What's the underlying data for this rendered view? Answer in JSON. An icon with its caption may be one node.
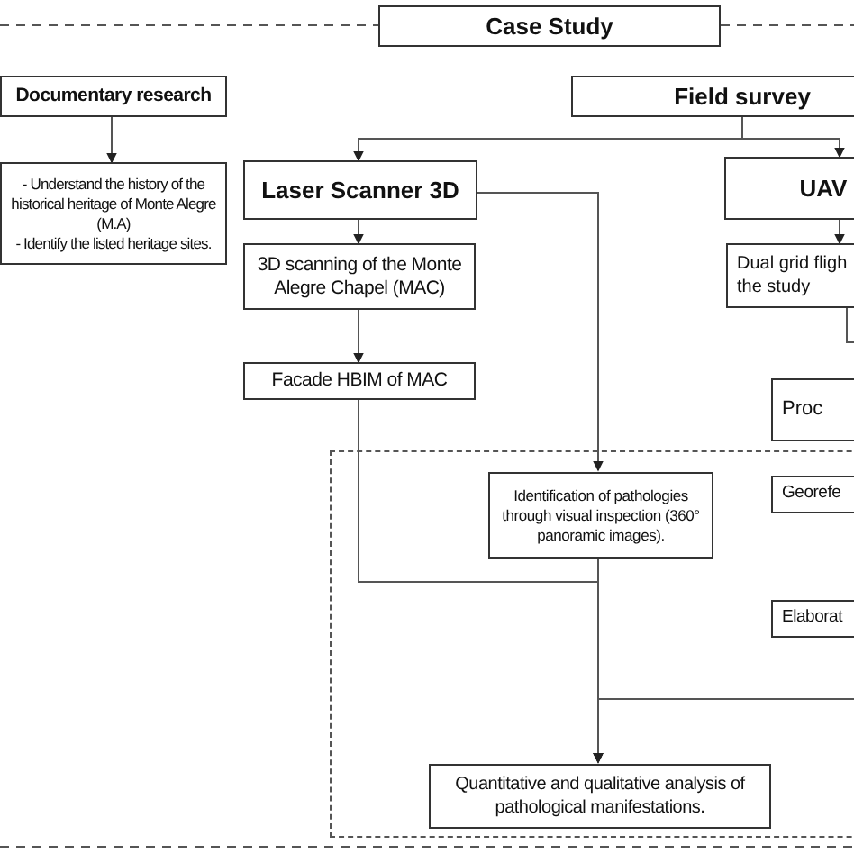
{
  "diagram": {
    "nodes": [
      {
        "text": [
          "Case Study"
        ]
      },
      {
        "text": [
          "Documentary research"
        ]
      },
      {
        "text": [
          "- Understand the history of the historical heritage of Monte Alegre (M.A)",
          "- Identify the listed heritage sites."
        ]
      },
      {
        "text": [
          "Field survey"
        ]
      },
      {
        "text": [
          "Laser Scanner 3D"
        ]
      },
      {
        "text": [
          "UAV"
        ]
      },
      {
        "text": [
          "3D scanning of the Monte Alegre Chapel (MAC)"
        ]
      },
      {
        "text": [
          "Dual grid fligh the study"
        ]
      },
      {
        "text": [
          "Facade HBIM of MAC"
        ]
      },
      {
        "text": [
          "Proc"
        ]
      },
      {
        "text": [],
        "shape": "box"
      },
      {
        "text": [
          "Identification of pathologies through visual inspection (360° panoramic images)."
        ],
        "in": 10
      },
      {
        "text": [
          "Georefe"
        ],
        "in": 10
      },
      {
        "text": [
          "Elaborat"
        ],
        "in": 10
      },
      {
        "text": [
          "Quantitative and qualitative analysis of pathological manifestations."
        ],
        "in": 10
      }
    ],
    "edges": [
      {
        "from": 1,
        "to": 2,
        "arrow": "to"
      },
      {
        "from": 3,
        "to": 4,
        "arrow": "to"
      },
      {
        "from": 3,
        "to": 5,
        "arrow": "to"
      },
      {
        "from": 4,
        "to": 6,
        "arrow": "to"
      },
      {
        "from": 6,
        "to": 8,
        "arrow": "to"
      },
      {
        "from": 4,
        "to": 11,
        "arrow": "to"
      },
      {
        "from": 8,
        "to": 14,
        "arrow": "to"
      },
      {
        "from": 11,
        "to": 14,
        "arrow": "to"
      },
      {
        "from": 5,
        "to": 7,
        "arrow": "to"
      },
      {
        "from": 7,
        "to": null,
        "arrow": "none"
      },
      {
        "from": null,
        "to": 14,
        "arrow": "to"
      }
    ]
  }
}
